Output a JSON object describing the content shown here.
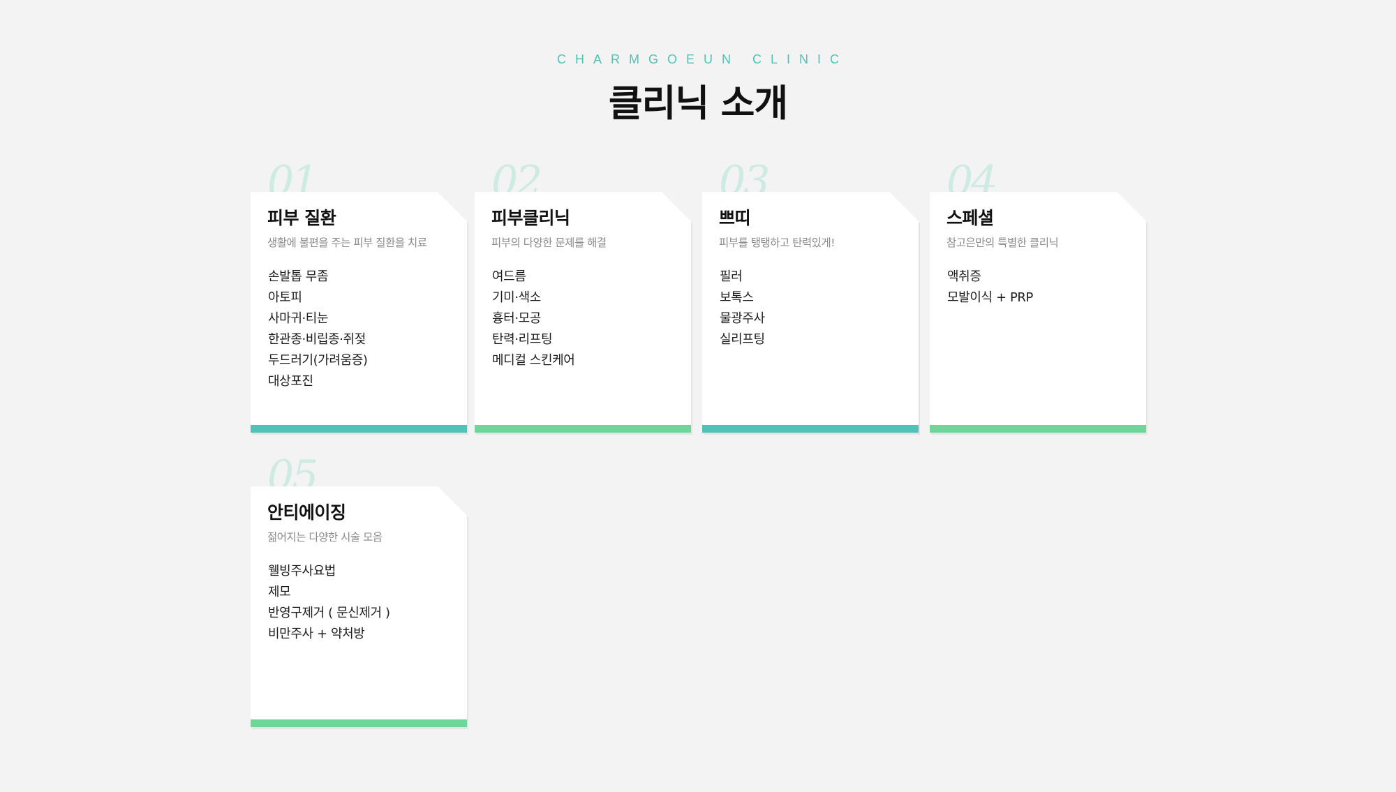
{
  "header": {
    "eyebrow": "CHARMGOEUN CLINIC",
    "title": "클리닉 소개"
  },
  "colors": {
    "teal": "#4fc3b8",
    "green": "#6fd69a",
    "number": "#cdeae3"
  },
  "cards": [
    {
      "number": "01",
      "title": "피부 질환",
      "subtitle": "생활에 불편을 주는 피부 질환을 치료",
      "items": [
        "손발톱 무좀",
        "아토피",
        "사마귀·티눈",
        "한관종·비립종·쥐젖",
        "두드러기(가려움증)",
        "대상포진"
      ],
      "bar_color": "#4fc3b8"
    },
    {
      "number": "02",
      "title": "피부클리닉",
      "subtitle": "피부의 다양한 문제를 해결",
      "items": [
        "여드름",
        "기미·색소",
        "흉터·모공",
        "탄력·리프팅",
        "메디컬 스킨케어"
      ],
      "bar_color": "#6fd69a"
    },
    {
      "number": "03",
      "title": "쁘띠",
      "subtitle": "피부를 탱탱하고 탄력있게!",
      "items": [
        "필러",
        "보톡스",
        "물광주사",
        "실리프팅"
      ],
      "bar_color": "#4fc3b8"
    },
    {
      "number": "04",
      "title": "스페셜",
      "subtitle": "참고은만의 특별한 클리닉",
      "items": [
        "액취증",
        "모발이식 + PRP"
      ],
      "bar_color": "#6fd69a"
    },
    {
      "number": "05",
      "title": "안티에이징",
      "subtitle": "젊어지는 다양한 시술 모음",
      "items": [
        "웰빙주사요법",
        "제모",
        "반영구제거 ( 문신제거 )",
        "비만주사 + 약처방"
      ],
      "bar_color": "#6fd69a"
    }
  ]
}
